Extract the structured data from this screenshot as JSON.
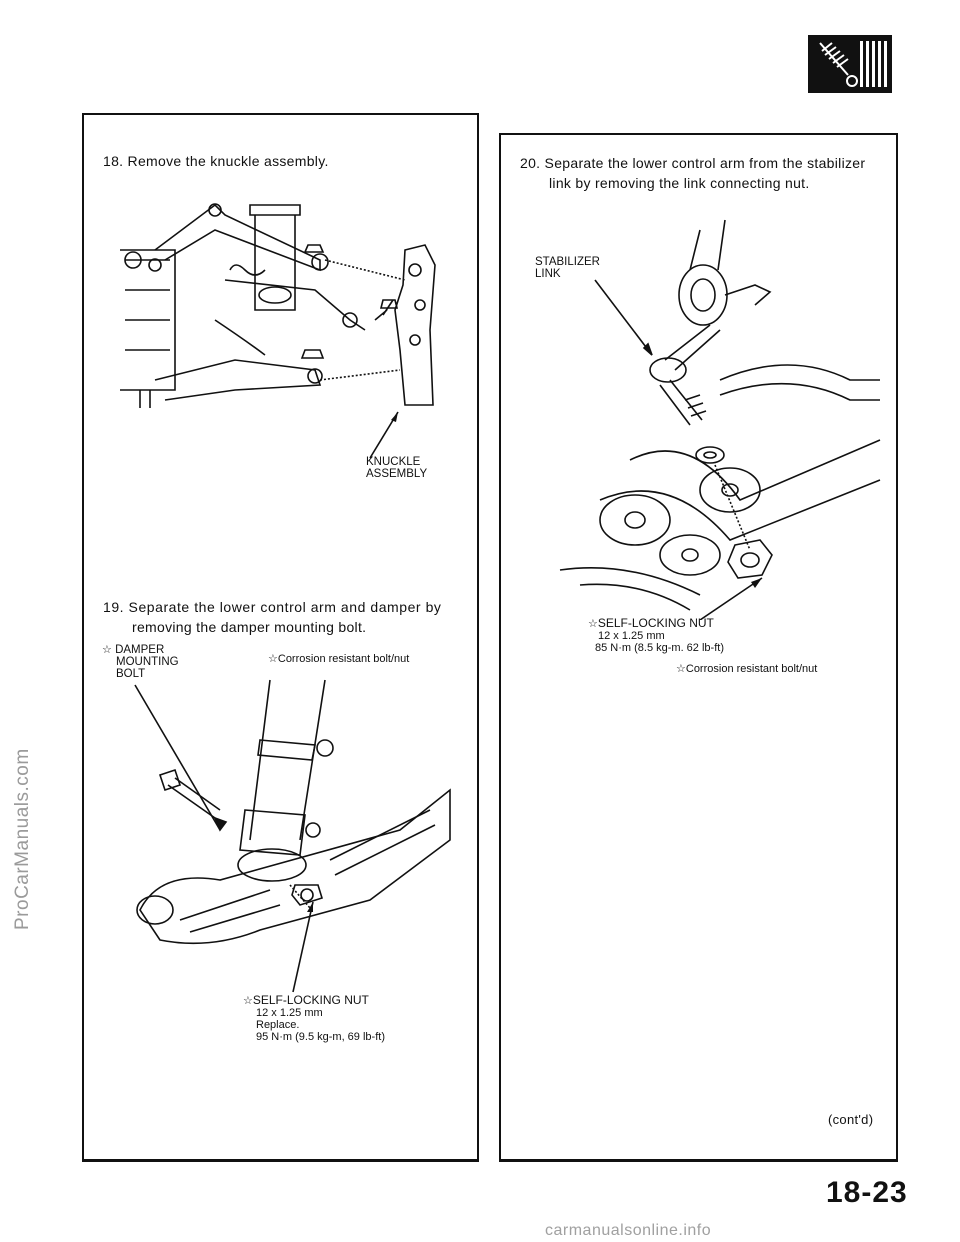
{
  "watermarks": {
    "side": "ProCarManuals.com",
    "bottom": "carmanualsonline.info"
  },
  "page_number": "18-23",
  "left_panel": {
    "step18": {
      "text": "18. Remove the knuckle assembly."
    },
    "knuckle_label": [
      "KNUCKLE",
      "ASSEMBLY"
    ],
    "step19": {
      "line1": "19. Separate the lower control arm and damper by",
      "line2": "removing the damper mounting bolt."
    },
    "damper_bolt_label": [
      "DAMPER",
      "MOUNTING",
      "BOLT"
    ],
    "corrosion_note": "Corrosion resistant bolt/nut",
    "nut_label": "SELF-LOCKING NUT",
    "nut_size": "12 x 1.25 mm",
    "nut_replace": "Replace.",
    "nut_torque": "95 N·m (9.5 kg-m, 69 lb-ft)"
  },
  "right_panel": {
    "step20": {
      "line1": "20. Separate the lower control arm from the stabilizer",
      "line2": "link by removing the link connecting nut."
    },
    "stabilizer_label": [
      "STABILIZER",
      "LINK"
    ],
    "nut_label": "SELF-LOCKING NUT",
    "nut_size": "12 x 1.25 mm",
    "nut_torque": "85 N·m (8.5 kg-m. 62 lb-ft)",
    "corrosion_note": "Corrosion resistant bolt/nut",
    "contd": "(cont'd)"
  },
  "icons": {
    "header_icon": "suspension-section-icon",
    "star_symbol": "☆"
  }
}
